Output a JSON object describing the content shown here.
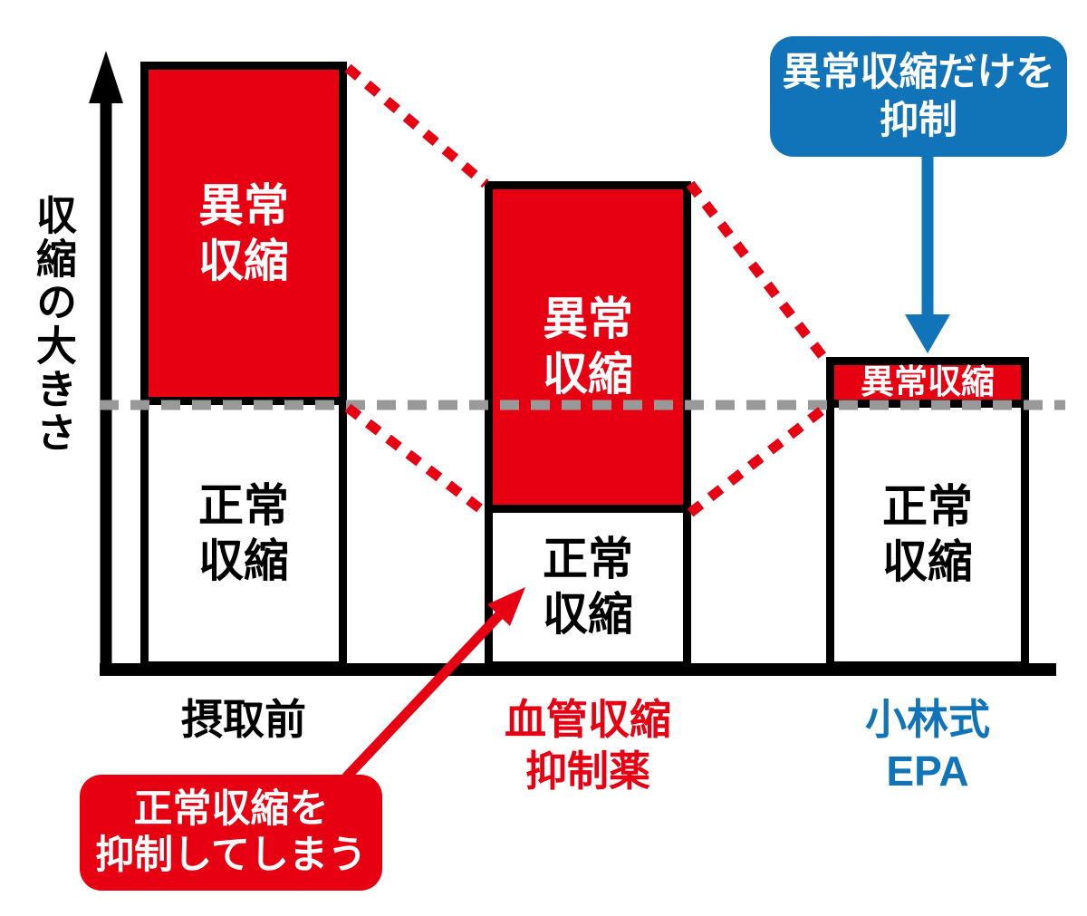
{
  "colors": {
    "red": "#e60012",
    "blue": "#1173b8",
    "gray_dash": "#999999",
    "black": "#000000",
    "background": "#ffffff"
  },
  "y_axis": {
    "label": "収縮の大きさ"
  },
  "bars": [
    {
      "category": "摂取前",
      "abnormal_label": "異常\n収縮",
      "normal_label": "正常\n収縮"
    },
    {
      "category": "血管収縮\n抑制薬",
      "abnormal_label": "異常\n収縮",
      "normal_label": "正常\n収縮"
    },
    {
      "category": "小林式\nEPA",
      "abnormal_label": "異常収縮",
      "normal_label": "正常\n収縮"
    }
  ],
  "callouts": {
    "blue": {
      "text": "異常収縮だけを\n抑制"
    },
    "red": {
      "text": "正常収縮を\n抑制してしまう"
    }
  },
  "chart_data": {
    "type": "bar",
    "subtype": "stacked",
    "title": "",
    "ylabel": "収縮の大きさ",
    "xlabel": "",
    "categories": [
      "摂取前",
      "血管収縮抑制薬",
      "小林式EPA"
    ],
    "series": [
      {
        "name": "正常収縮",
        "color": "#ffffff",
        "values": [
          1.0,
          0.58,
          1.0
        ]
      },
      {
        "name": "異常収縮",
        "color": "#e60012",
        "values": [
          1.3,
          1.25,
          0.18
        ]
      }
    ],
    "value_note": "relative magnitudes estimated from bar pixel heights; no numeric axis shown",
    "reference_line": {
      "value": 1.0,
      "style": "dashed",
      "color": "#999999"
    },
    "connectors": {
      "style": "red dotted diagonals linking tops and red-segment bottoms of adjacent bars",
      "color": "#e60012"
    },
    "legend_position": "none",
    "grid": false,
    "annotations": [
      {
        "text": "異常収縮だけを抑制",
        "color": "#1173b8",
        "points_to": "小林式EPA bar"
      },
      {
        "text": "正常収縮を抑制してしまう",
        "color": "#e60012",
        "points_to": "血管収縮抑制薬 正常収縮 segment"
      }
    ]
  }
}
